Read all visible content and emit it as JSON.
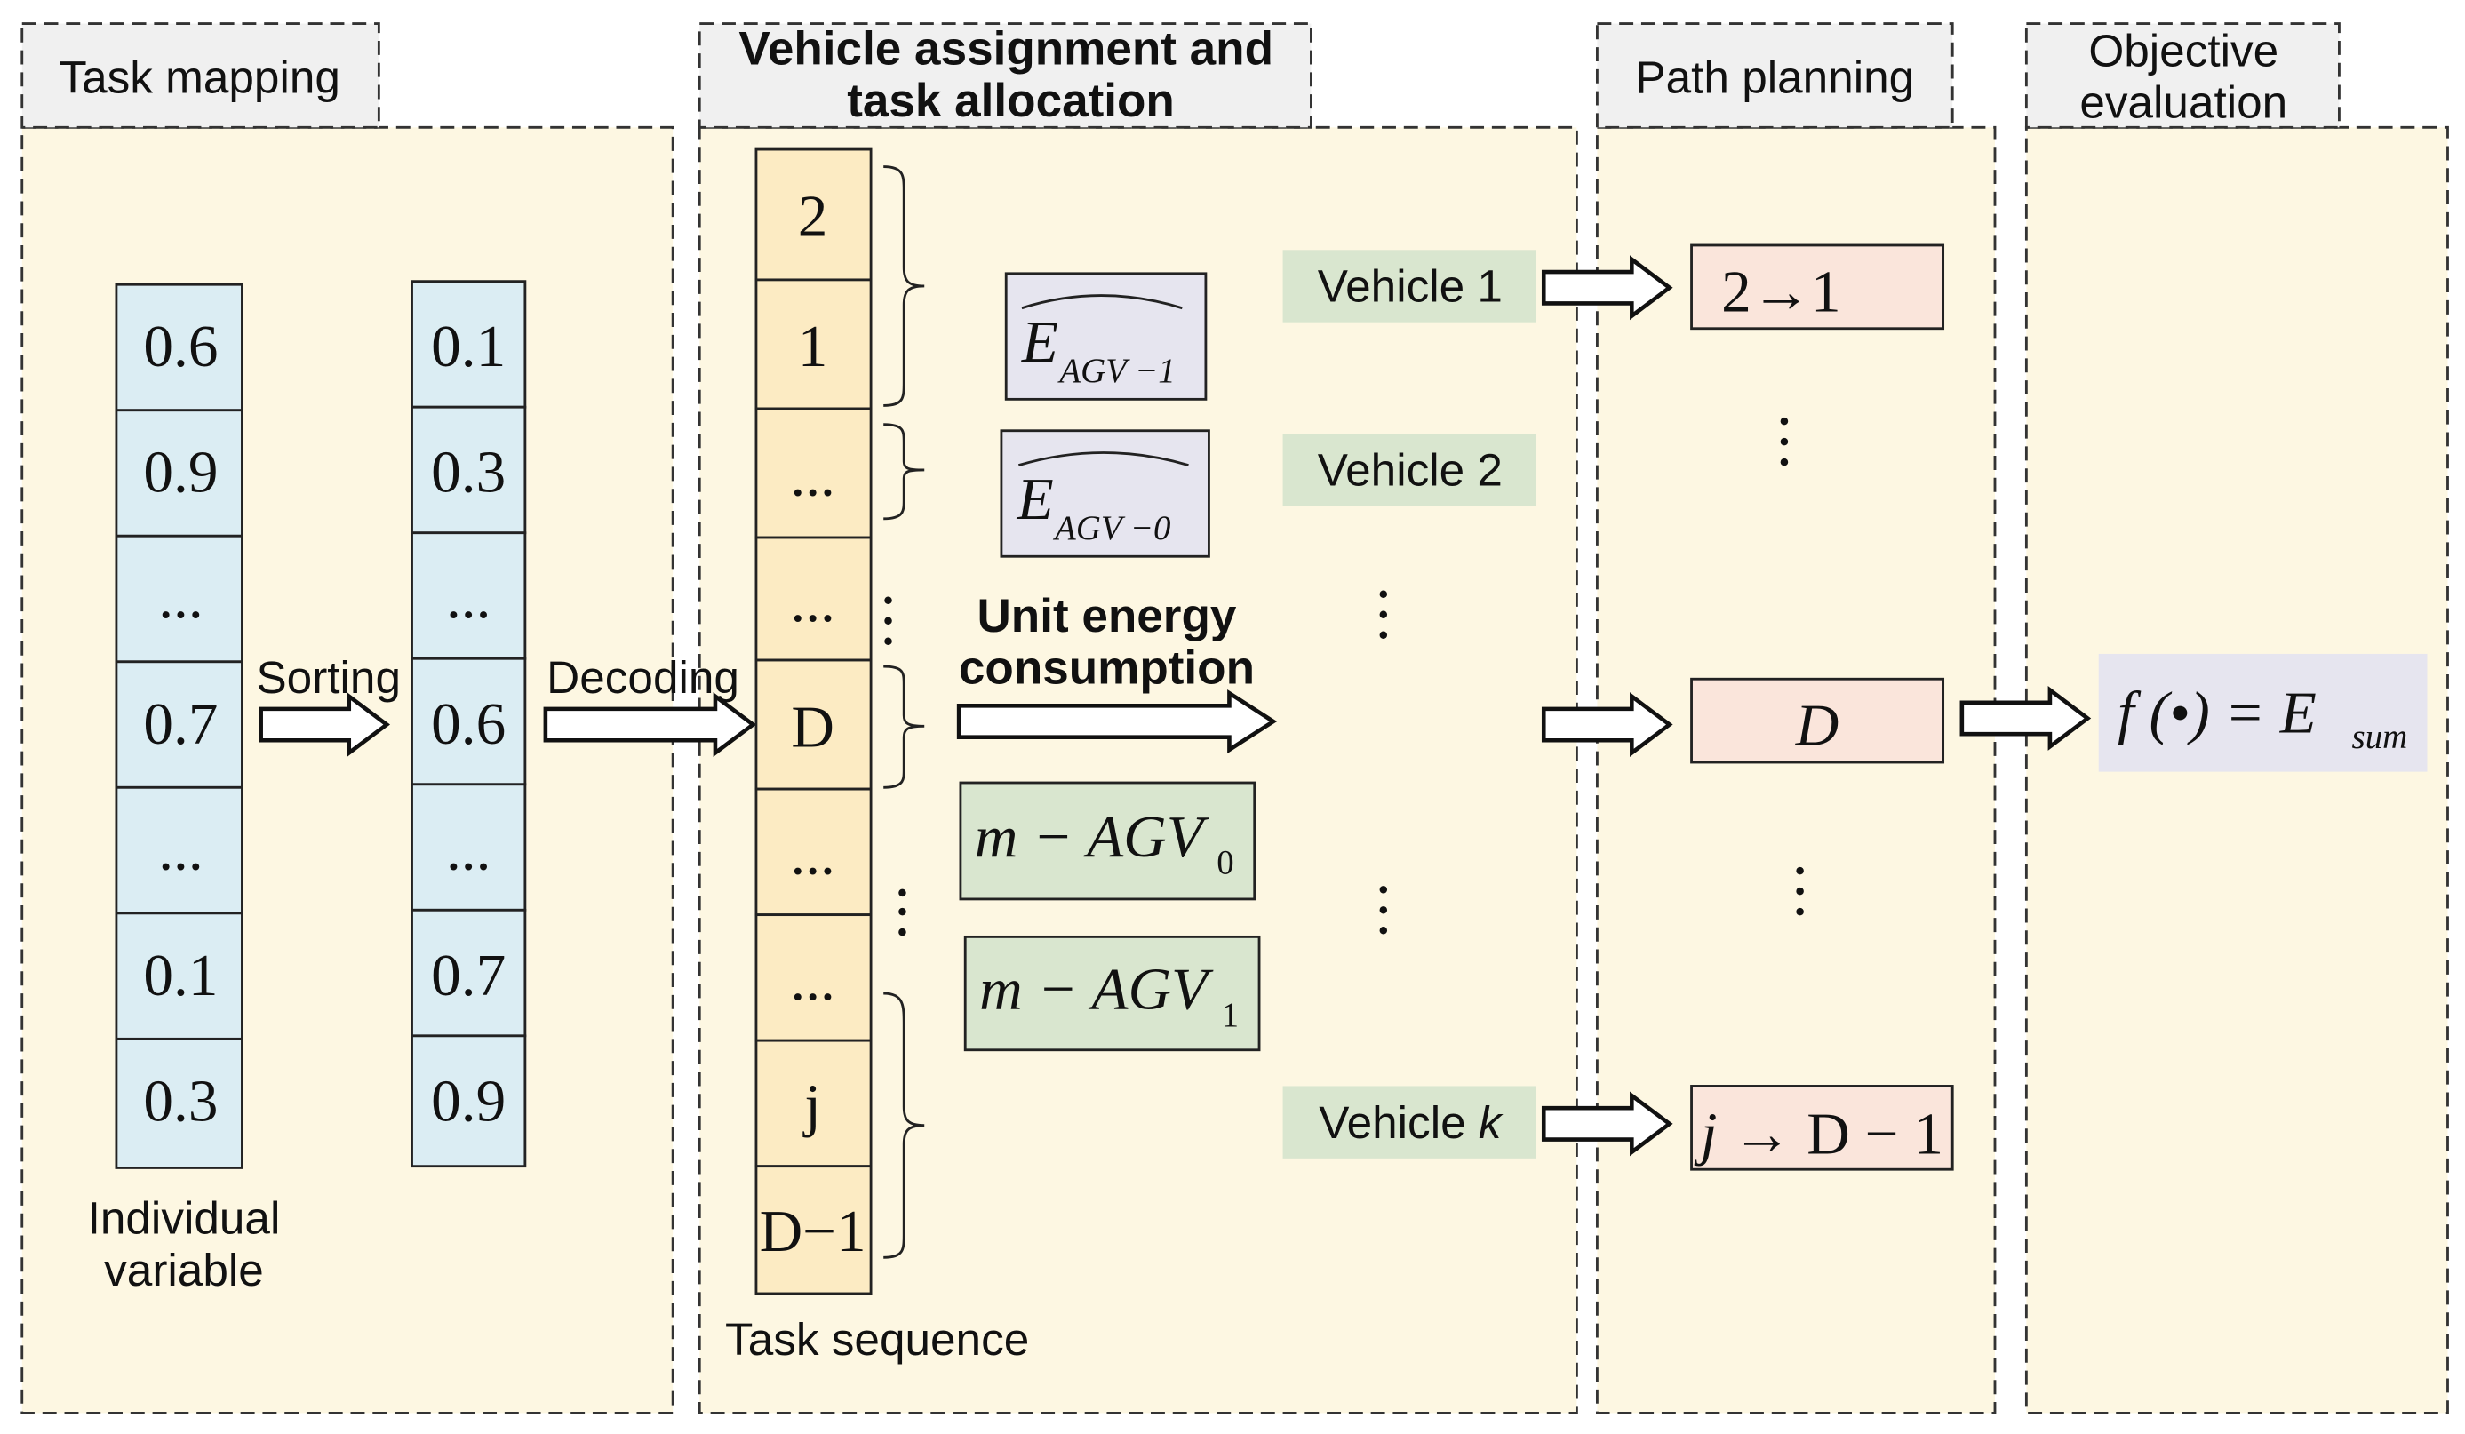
{
  "headers": {
    "task_mapping": "Task mapping",
    "vehicle_assignment_line1": "Vehicle assignment and",
    "vehicle_assignment_line2": "task allocation",
    "path_planning": "Path planning",
    "objective_line1": "Objective",
    "objective_line2": "evaluation"
  },
  "individual_variable": [
    "0.6",
    "0.9",
    "...",
    "0.7",
    "...",
    "0.1",
    "0.3"
  ],
  "sorted_variable": [
    "0.1",
    "0.3",
    "...",
    "0.6",
    "...",
    "0.7",
    "0.9"
  ],
  "task_sequence": [
    "2",
    "1",
    "...",
    "...",
    "D",
    "...",
    "...",
    "j",
    "D−1"
  ],
  "labels": {
    "individual_line1": "Individual",
    "individual_line2": "variable",
    "sorting": "Sorting",
    "decoding": "Decoding",
    "task_sequence": "Task sequence",
    "unit_energy_line1": "Unit energy",
    "unit_energy_line2": "consumption"
  },
  "energy_boxes": {
    "e1_base": "E",
    "e1_sub": "AGV −1",
    "e0_base": "E",
    "e0_sub": "AGV −0"
  },
  "agv_boxes": {
    "m0_main": "m − AGV",
    "m0_sub": "0",
    "m1_main": "m − AGV",
    "m1_sub": "1"
  },
  "vehicles": {
    "v1": "Vehicle 1",
    "v2": "Vehicle 2",
    "vk_prefix": "Vehicle ",
    "vk_var": "k"
  },
  "paths": {
    "p1": "2→1",
    "p2": "D",
    "p3_start": "j",
    "p3_rest": " → D − 1"
  },
  "objective": {
    "lhs": "f (•) = E",
    "sub": "sum"
  },
  "colors": {
    "panel_fill": "#fdf7e2",
    "header_fill": "#f0f0f0",
    "variable_cell": "#dbedf3",
    "sequence_cell": "#fcebc3",
    "green_box": "#d9e6cf",
    "energy_box": "#e6e5ef",
    "path_box": "#fae5db"
  }
}
